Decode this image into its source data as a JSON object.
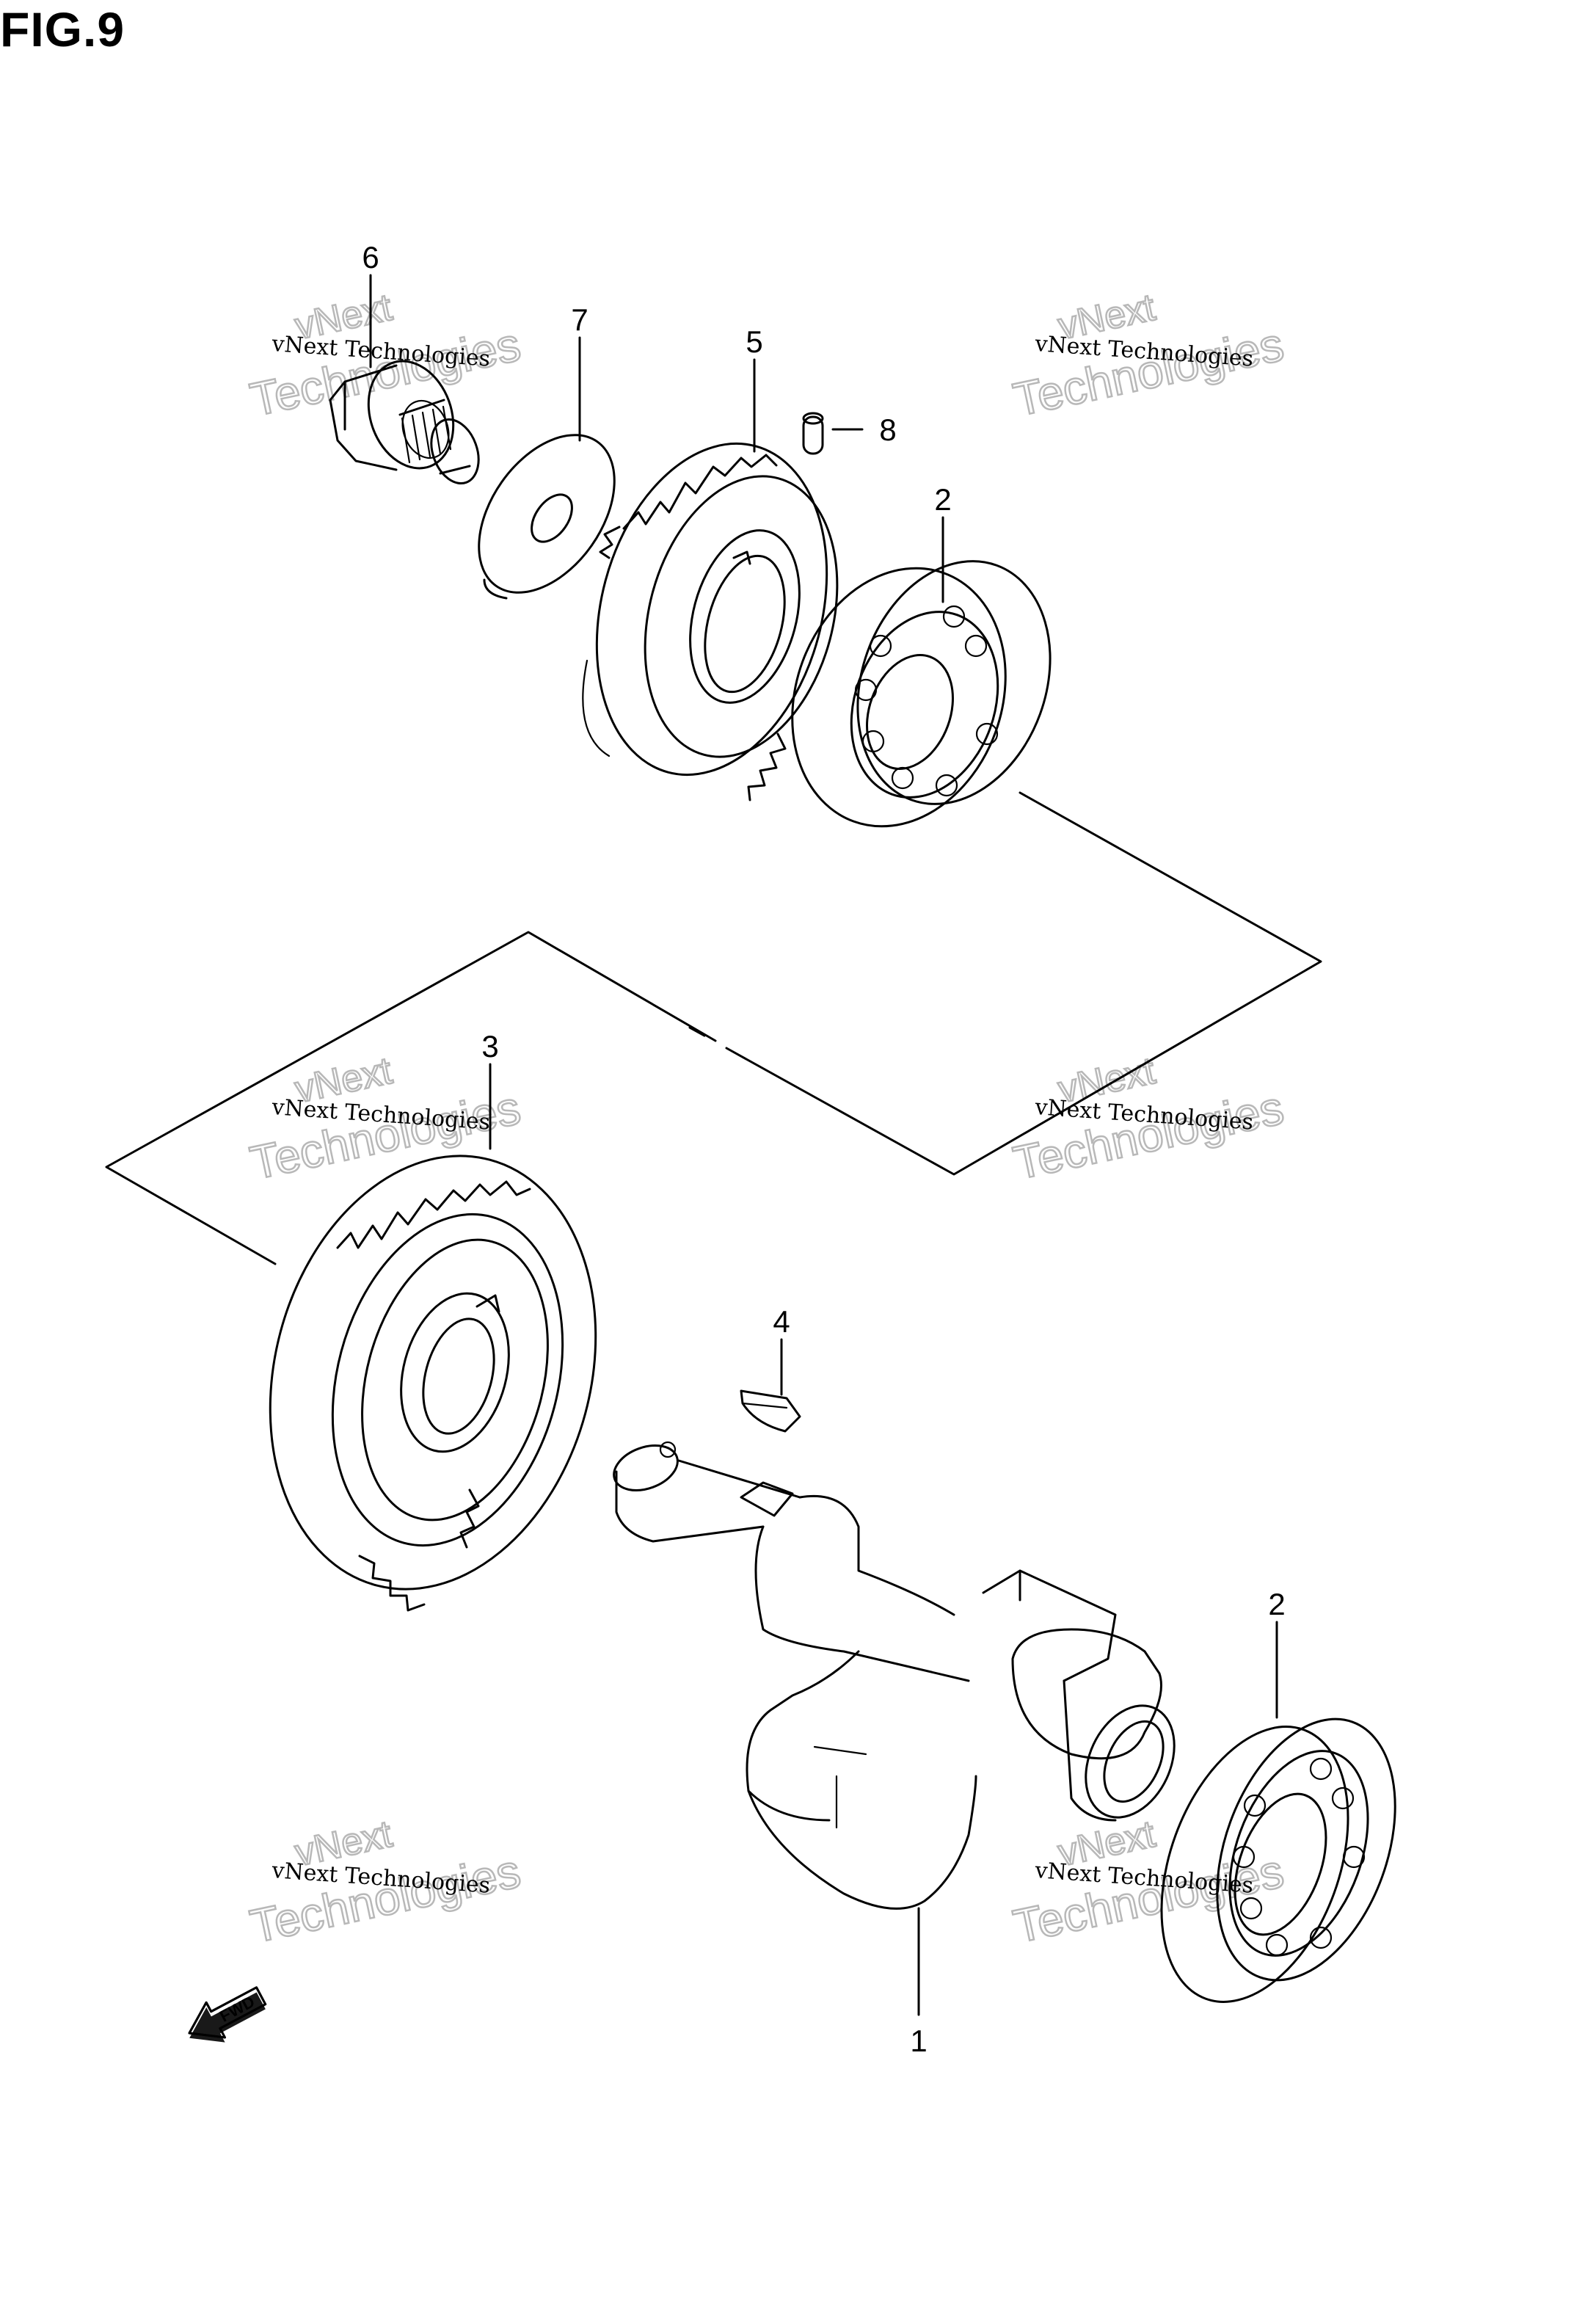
{
  "figure": {
    "title": "FIG.9"
  },
  "callouts": [
    {
      "id": "1",
      "label": "1"
    },
    {
      "id": "2a",
      "label": "2"
    },
    {
      "id": "2b",
      "label": "2"
    },
    {
      "id": "3",
      "label": "3"
    },
    {
      "id": "4",
      "label": "4"
    },
    {
      "id": "5",
      "label": "5"
    },
    {
      "id": "6",
      "label": "6"
    },
    {
      "id": "7",
      "label": "7"
    },
    {
      "id": "8",
      "label": "8"
    }
  ],
  "watermark": {
    "line1": "vNext Technologies",
    "line2": "Technologies",
    "line3": "vNext"
  },
  "direction_marker": {
    "label": "FWD"
  }
}
